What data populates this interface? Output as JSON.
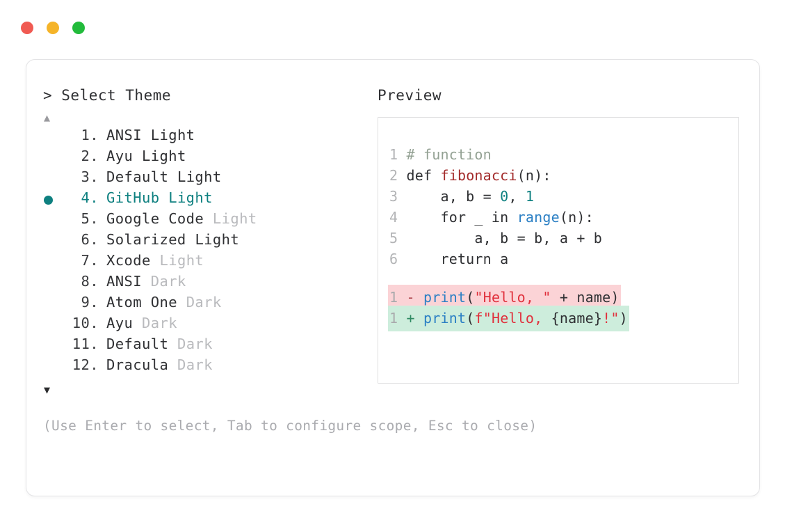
{
  "window": {
    "traffic_lights": [
      {
        "name": "close",
        "color": "#f05a52"
      },
      {
        "name": "minimize",
        "color": "#f5b429"
      },
      {
        "name": "maximize",
        "color": "#22bb3b"
      }
    ]
  },
  "picker": {
    "prompt": "> Select Theme",
    "scroll_up_icon": "▲",
    "scroll_down_icon": "▼",
    "selected_bullet": "●",
    "selected_color": "#0e8080",
    "hint": "(Use Enter to select, Tab to configure scope, Esc to close)",
    "items": [
      {
        "index": "1.",
        "name": "ANSI",
        "variant": "Light",
        "variant_dim": false,
        "selected": false
      },
      {
        "index": "2.",
        "name": "Ayu",
        "variant": "Light",
        "variant_dim": false,
        "selected": false
      },
      {
        "index": "3.",
        "name": "Default",
        "variant": "Light",
        "variant_dim": false,
        "selected": false
      },
      {
        "index": "4.",
        "name": "GitHub",
        "variant": "Light",
        "variant_dim": false,
        "selected": true
      },
      {
        "index": "5.",
        "name": "Google Code",
        "variant": "Light",
        "variant_dim": true,
        "selected": false
      },
      {
        "index": "6.",
        "name": "Solarized",
        "variant": "Light",
        "variant_dim": false,
        "selected": false
      },
      {
        "index": "7.",
        "name": "Xcode",
        "variant": "Light",
        "variant_dim": true,
        "selected": false
      },
      {
        "index": "8.",
        "name": "ANSI",
        "variant": "Dark",
        "variant_dim": true,
        "selected": false
      },
      {
        "index": "9.",
        "name": "Atom One",
        "variant": "Dark",
        "variant_dim": true,
        "selected": false
      },
      {
        "index": "10.",
        "name": "Ayu",
        "variant": "Dark",
        "variant_dim": true,
        "selected": false
      },
      {
        "index": "11.",
        "name": "Default",
        "variant": "Dark",
        "variant_dim": true,
        "selected": false
      },
      {
        "index": "12.",
        "name": "Dracula",
        "variant": "Dark",
        "variant_dim": true,
        "selected": false
      }
    ]
  },
  "preview": {
    "label": "Preview",
    "code_lines": [
      {
        "gutter": "1",
        "tokens": [
          {
            "t": "# function",
            "c": "t-comment"
          }
        ]
      },
      {
        "gutter": "2",
        "tokens": [
          {
            "t": "def ",
            "c": "t-kw"
          },
          {
            "t": "fibonacci",
            "c": "t-fn"
          },
          {
            "t": "(n):",
            "c": "t-punct"
          }
        ]
      },
      {
        "gutter": "3",
        "tokens": [
          {
            "t": "    a, b = ",
            "c": "t-plain"
          },
          {
            "t": "0",
            "c": "t-num"
          },
          {
            "t": ", ",
            "c": "t-plain"
          },
          {
            "t": "1",
            "c": "t-num"
          }
        ]
      },
      {
        "gutter": "4",
        "tokens": [
          {
            "t": "    for _ in ",
            "c": "t-plain"
          },
          {
            "t": "range",
            "c": "t-builtin"
          },
          {
            "t": "(n):",
            "c": "t-punct"
          }
        ]
      },
      {
        "gutter": "5",
        "tokens": [
          {
            "t": "        a, b = b, a + b",
            "c": "t-plain"
          }
        ]
      },
      {
        "gutter": "6",
        "tokens": [
          {
            "t": "    return a",
            "c": "t-plain"
          }
        ]
      }
    ],
    "diff_lines": [
      {
        "kind": "del",
        "gutter": "1",
        "sign": "-",
        "bg": "#fbd3d6",
        "tokens": [
          {
            "t": "print",
            "c": "t-builtin"
          },
          {
            "t": "(",
            "c": "t-punct"
          },
          {
            "t": "\"Hello, \"",
            "c": "t-str"
          },
          {
            "t": " + name)",
            "c": "t-plain"
          }
        ]
      },
      {
        "kind": "add",
        "gutter": "1",
        "sign": "+",
        "bg": "#cdeddc",
        "tokens": [
          {
            "t": "print",
            "c": "t-builtin"
          },
          {
            "t": "(",
            "c": "t-punct"
          },
          {
            "t": "f\"Hello, ",
            "c": "t-str"
          },
          {
            "t": "{name}",
            "c": "t-plain"
          },
          {
            "t": "!\"",
            "c": "t-str"
          },
          {
            "t": ")",
            "c": "t-punct"
          }
        ]
      }
    ]
  }
}
